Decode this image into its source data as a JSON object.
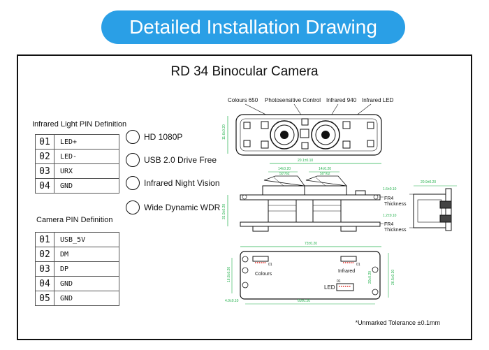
{
  "banner": {
    "title": "Detailed Installation Drawing"
  },
  "drawing": {
    "title": "RD 34 Binocular Camera",
    "infrared_pin_table": {
      "heading": "Infrared Light PIN Definition",
      "rows": [
        {
          "num": "01",
          "label": "LED+"
        },
        {
          "num": "02",
          "label": "LED-"
        },
        {
          "num": "03",
          "label": "URX"
        },
        {
          "num": "04",
          "label": "GND"
        }
      ]
    },
    "camera_pin_table": {
      "heading": "Camera PIN Definition",
      "rows": [
        {
          "num": "01",
          "label": "USB_5V"
        },
        {
          "num": "02",
          "label": "DM"
        },
        {
          "num": "03",
          "label": "DP"
        },
        {
          "num": "04",
          "label": "GND"
        },
        {
          "num": "05",
          "label": "GND"
        }
      ]
    },
    "features": [
      "HD 1080P",
      "USB 2.0 Drive Free",
      "Infrared Night Vision",
      "Wide Dynamic WDR"
    ],
    "front_view": {
      "labels": [
        "Colours 650",
        "Photosensitive Control",
        "Infrared 940",
        "Infrared LED"
      ],
      "dim_height": "11.6±0.20",
      "dim_width": "20.1±0.10"
    },
    "side_view": {
      "dim_left": "14±0.20",
      "dim_right": "14±0.20",
      "dim_left_sub": "50°/62",
      "dim_right_sub": "50°/62",
      "dim_height": "31.9±0.20",
      "dim_thick1": "1.6±0.10",
      "dim_thick2": "1.2±0.10",
      "fr4_label_1": "FR4",
      "thickness_label_1": "Thickness",
      "fr4_label_2": "FR4",
      "thickness_label_2": "Thickness",
      "dim_end_width": "20.9±0.20"
    },
    "bottom_view": {
      "dim_width": "73±0.20",
      "dim_left": "16.8±0.20",
      "dim_right": "26.5±0.20",
      "dim_right_inner": "20±0.20",
      "dim_hole_bottom": "4.0±0.10",
      "dim_hole_span": "60±0.20",
      "colours_label": "Colours",
      "infrared_label": "Infrared",
      "led_label": "LED",
      "pin_01_a": "01",
      "pin_01_b": "01",
      "pin_01_c": "01"
    },
    "tolerance_note": "*Unmarked Tolerance ±0.1mm"
  },
  "colors": {
    "banner": "#2a9fe6",
    "dimension": "#22b04b",
    "connector": "#e0302a"
  }
}
